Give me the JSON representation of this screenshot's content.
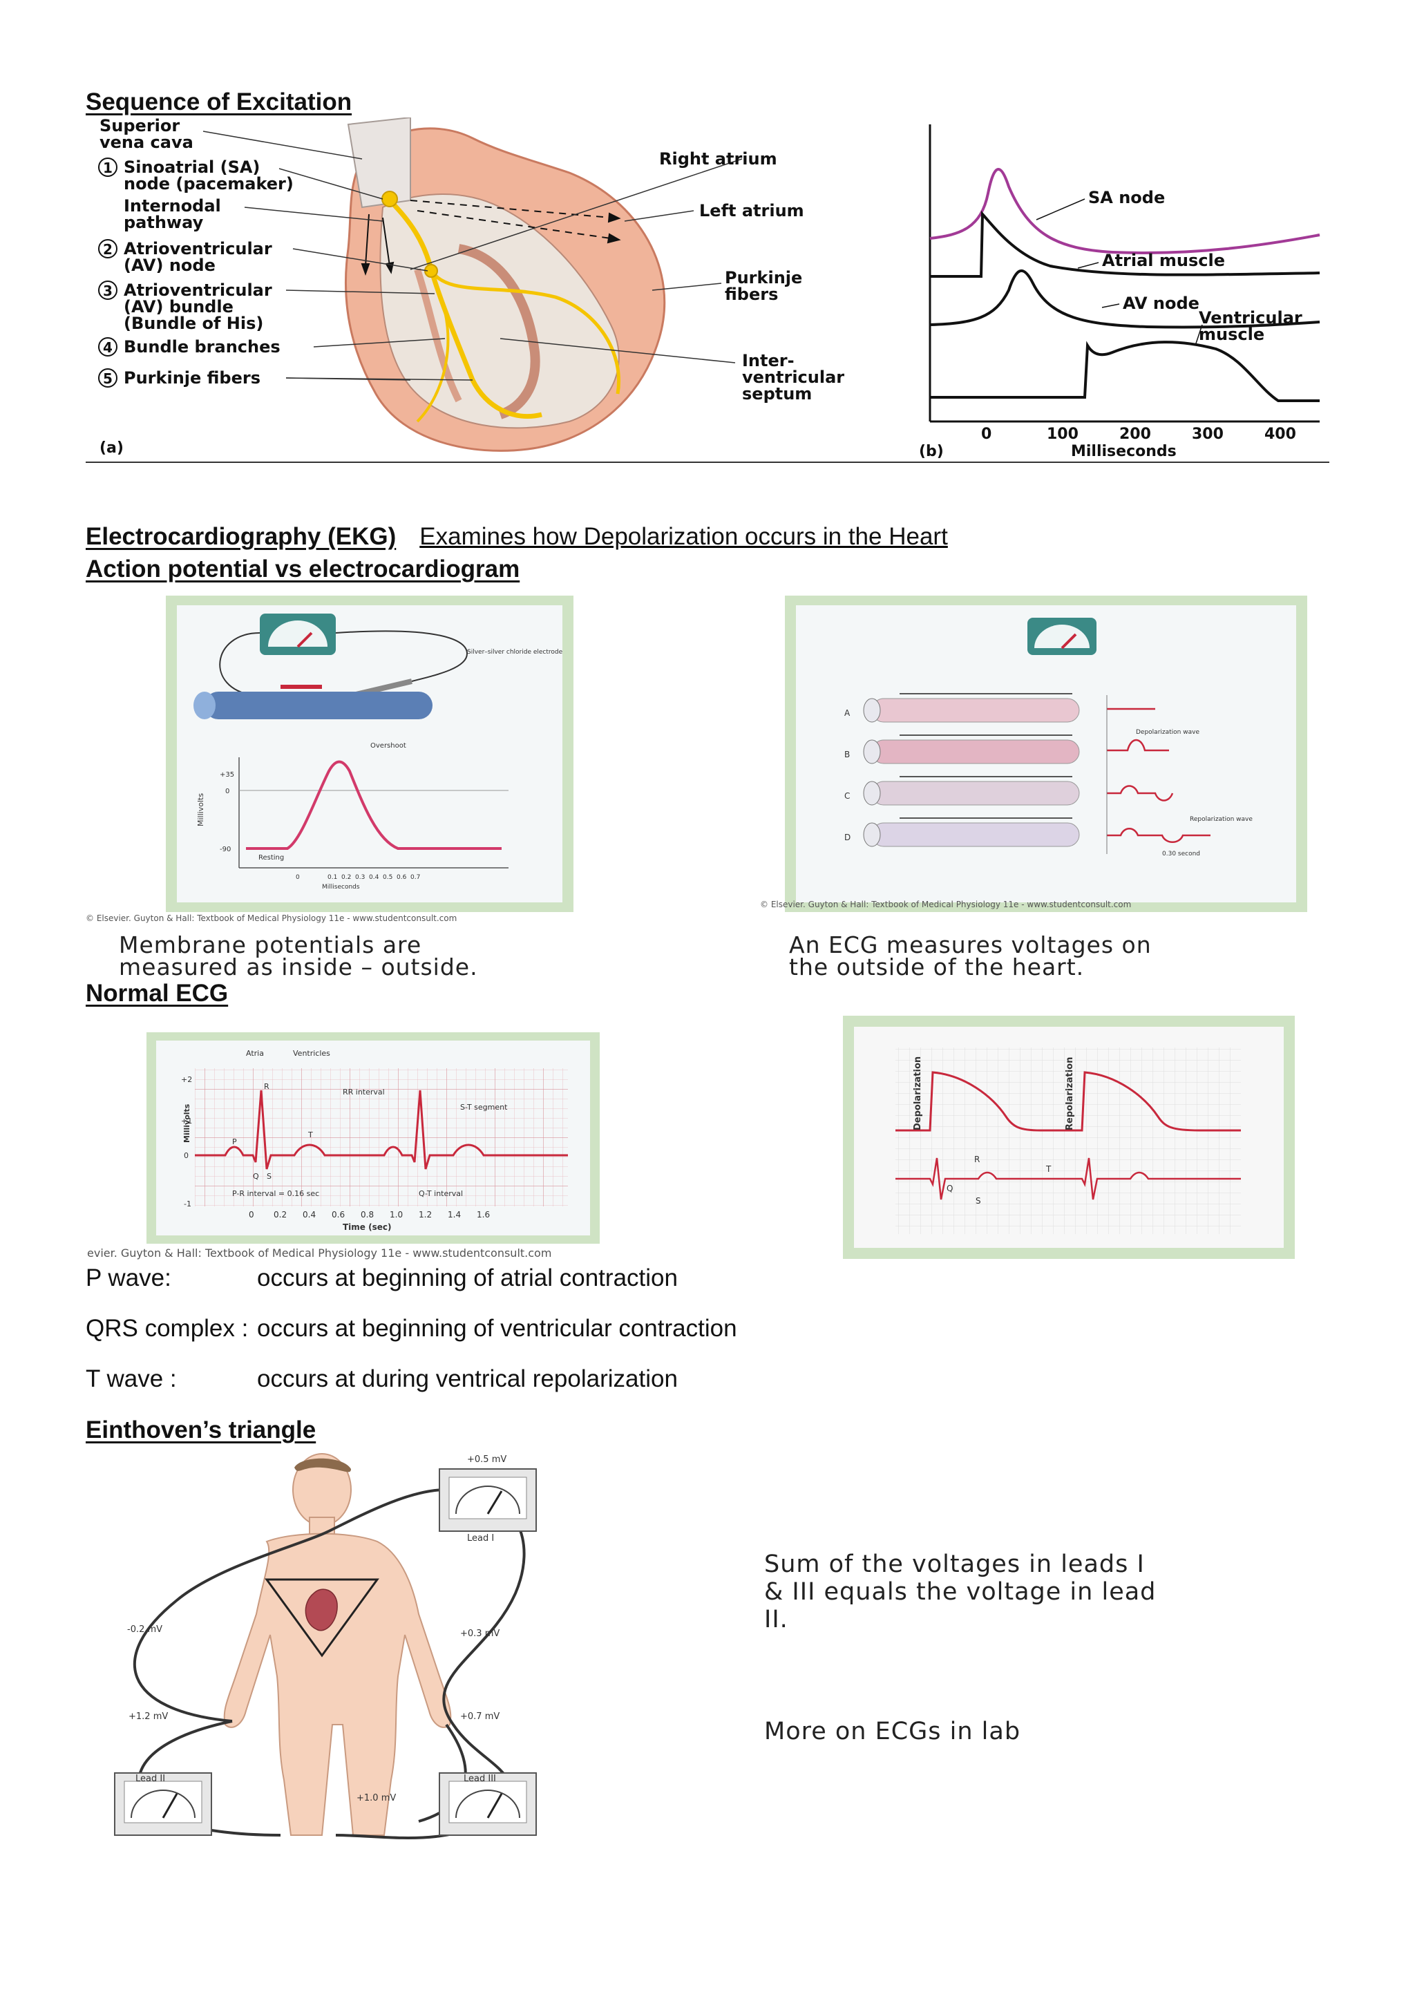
{
  "sections": {
    "excitation_heading": "Sequence of Excitation",
    "ekg_heading": "Electrocardiography (EKG)",
    "ekg_subtext": "Examines how Depolarization occurs in the Heart",
    "ap_vs_ecg_heading": "Action potential vs electrocardiogram",
    "normal_ecg_heading": "Normal ECG",
    "einthoven_heading": "Einthoven’s triangle"
  },
  "heart_figure": {
    "panel_label": "(a)",
    "left_labels": [
      {
        "num": "",
        "text1": "Superior",
        "text2": "vena cava"
      },
      {
        "num": "1",
        "text1": "Sinoatrial (SA)",
        "text2": "node (pacemaker)"
      },
      {
        "num": "",
        "text1": "Internodal",
        "text2": "pathway"
      },
      {
        "num": "2",
        "text1": "Atrioventricular",
        "text2": "(AV) node"
      },
      {
        "num": "3",
        "text1": "Atrioventricular",
        "text2": "(AV) bundle",
        "text3": "(Bundle of His)"
      },
      {
        "num": "4",
        "text1": "Bundle branches",
        "text2": ""
      },
      {
        "num": "5",
        "text1": "Purkinje fibers",
        "text2": ""
      }
    ],
    "right_labels": [
      {
        "text1": "Right atrium",
        "text2": ""
      },
      {
        "text1": "Left atrium",
        "text2": ""
      },
      {
        "text1": "Purkinje",
        "text2": "fibers"
      },
      {
        "text1": "Inter-",
        "text2": "ventricular",
        "text3": "septum"
      }
    ]
  },
  "ap_figure": {
    "panel_label": "(b)",
    "traces": [
      "SA node",
      "Atrial muscle",
      "AV node",
      "Ventricular",
      "muscle"
    ],
    "xticks": [
      "0",
      "100",
      "200",
      "300",
      "400"
    ],
    "xlabel": "Milliseconds"
  },
  "membrane_caption": {
    "line1": "Membrane potentials are",
    "line2": "measured as inside – outside."
  },
  "ecg_caption": {
    "line1": "An ECG measures voltages on",
    "line2": "the outside of the heart."
  },
  "ap_panel": {
    "credit": "© Elsevier. Guyton & Hall: Textbook of Medical Physiology 11e - www.studentconsult.com",
    "labels": {
      "overshoot": "Overshoot",
      "resting": "Resting",
      "ylabel": "Millivolts",
      "xlabel": "Milliseconds",
      "electrode": "Silver–silver chloride electrode"
    },
    "yticks": [
      "+35",
      "0",
      "-90"
    ],
    "xticks": [
      "0",
      "0.1",
      "0.2",
      "0.3",
      "0.4",
      "0.5",
      "0.6",
      "0.7"
    ]
  },
  "depol_panel": {
    "credit": "© Elsevier. Guyton & Hall: Textbook of Medical Physiology 11e - www.studentconsult.com",
    "rows": [
      "A",
      "B",
      "C",
      "D"
    ],
    "labels": {
      "depol_wave": "Depolarization wave",
      "repol_wave": "Repolarization wave",
      "time": "0.30 second"
    }
  },
  "normal_ecg_panel": {
    "credit": "evier. Guyton & Hall: Textbook of Medical Physiology 11e - www.studentconsult.com",
    "top_labels": [
      "Atria",
      "Ventricles"
    ],
    "intervals": {
      "rr": "RR interval",
      "st": "S-T segment",
      "pr": "P-R interval = 0.16 sec",
      "qt": "Q-T interval"
    },
    "waves": [
      "P",
      "Q",
      "R",
      "S",
      "T"
    ],
    "ylabel": "Millivolts",
    "yticks": [
      "+2",
      "+1",
      "0",
      "-1"
    ],
    "xticks": [
      "0",
      "0.2",
      "0.4",
      "0.6",
      "0.8",
      "1.0",
      "1.2",
      "1.4",
      "1.6"
    ],
    "xlabel": "Time (sec)"
  },
  "depol_repol_panel": {
    "labels": [
      "Depolarization",
      "Repolarization"
    ],
    "waves": [
      "R",
      "T",
      "Q",
      "S"
    ]
  },
  "wave_table": [
    {
      "term": "P wave:",
      "desc": "occurs at beginning of atrial contraction"
    },
    {
      "term": "QRS complex :",
      "desc": "occurs at beginning of ventricular contraction"
    },
    {
      "term": "T wave :",
      "desc": "occurs at during ventrical repolarization"
    }
  ],
  "einthoven_figure": {
    "voltages": {
      "top": "+0.5 mV",
      "left_arm": "-0.2 mV",
      "right_arm": "+0.3 mV",
      "lead2": "+1.2 mV",
      "lead3": "+0.7 mV",
      "bottom": "+1.0 mV"
    },
    "leads": [
      "Lead I",
      "Lead II",
      "Lead III"
    ]
  },
  "einthoven_notes": {
    "line1": "Sum of the voltages in leads I",
    "line2": "& III equals the voltage in lead",
    "line3": "II.",
    "more": "More on ECGs in lab"
  },
  "colors": {
    "heart_fill": "#f0b49a",
    "conduction": "#f5c400",
    "sa_trace": "#a23a96",
    "ecg_trace": "#c8283c",
    "frame_green": "#cfe3c4"
  }
}
